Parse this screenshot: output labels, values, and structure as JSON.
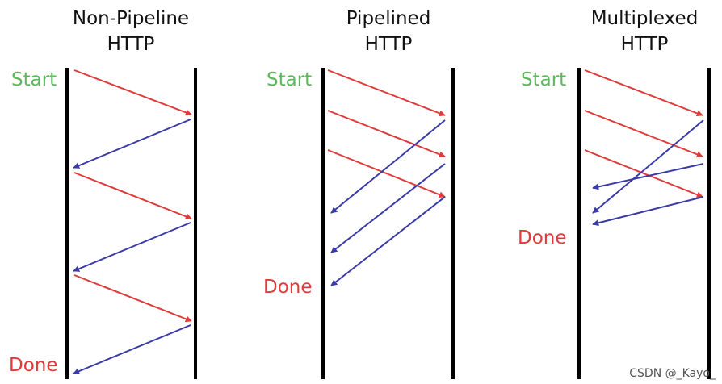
{
  "colors": {
    "request": "#e03a3a",
    "response": "#3a3aa8",
    "start_label": "#5cb85c",
    "done_label": "#e03a3a",
    "timeline": "#000000",
    "background": "#ffffff"
  },
  "panels": [
    {
      "title_line1": "Non-Pipeline",
      "title_line2": "HTTP",
      "start_label": "Start",
      "done_label": "Done"
    },
    {
      "title_line1": "Pipelined",
      "title_line2": "HTTP",
      "start_label": "Start",
      "done_label": "Done"
    },
    {
      "title_line1": "Multiplexed",
      "title_line2": "HTTP",
      "start_label": "Start",
      "done_label": "Done"
    }
  ],
  "watermark": "CSDN @_Kayo_"
}
